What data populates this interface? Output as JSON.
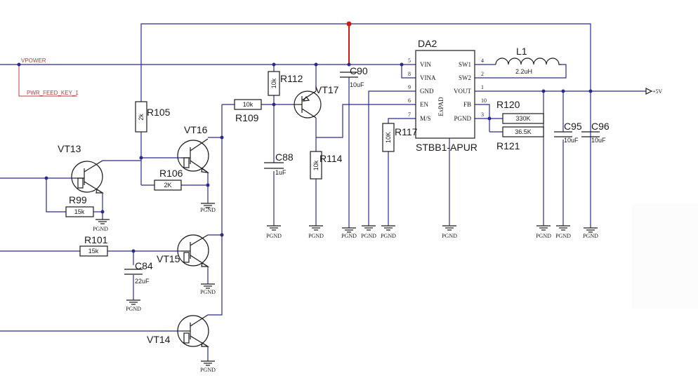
{
  "nets": {
    "vpower": "VPOWER",
    "pwr_feed": "PWR_FEED_KEY_1",
    "out": "+5V",
    "ground": "PGND"
  },
  "ic": {
    "ref": "DA2",
    "part": "STBB1-APUR",
    "pad_label": "ExPAD",
    "left_pins": [
      {
        "num": "5",
        "name": "VIN"
      },
      {
        "num": "8",
        "name": "VINA"
      },
      {
        "num": "9",
        "name": "GND"
      },
      {
        "num": "6",
        "name": "EN"
      },
      {
        "num": "7",
        "name": "M/S"
      }
    ],
    "right_pins": [
      {
        "num": "4",
        "name": "SW1"
      },
      {
        "num": "2",
        "name": "SW2"
      },
      {
        "num": "1",
        "name": "VOUT"
      },
      {
        "num": "10",
        "name": "FB"
      },
      {
        "num": "3",
        "name": "PGND"
      }
    ]
  },
  "inductor": {
    "ref": "L1",
    "value": "2.2uH"
  },
  "resistors": {
    "r105": {
      "ref": "R105",
      "value": "2k"
    },
    "r112": {
      "ref": "R112",
      "value": "10k"
    },
    "r109": {
      "ref": "R109",
      "value": "10k"
    },
    "r114": {
      "ref": "R114",
      "value": "10k"
    },
    "r117": {
      "ref": "R117",
      "value": "10K"
    },
    "r106": {
      "ref": "R106",
      "value": "2K"
    },
    "r99": {
      "ref": "R99",
      "value": "15k"
    },
    "r101": {
      "ref": "R101",
      "value": "15k"
    },
    "r120": {
      "ref": "R120",
      "value": "330K"
    },
    "r121": {
      "ref": "R121",
      "value": "36.5K"
    }
  },
  "capacitors": {
    "c90": {
      "ref": "C90",
      "value": "10uF"
    },
    "c88": {
      "ref": "C88",
      "value": "1uF"
    },
    "c84": {
      "ref": "C84",
      "value": "22uF"
    },
    "c95": {
      "ref": "C95",
      "value": "10uF"
    },
    "c96": {
      "ref": "C96",
      "value": "10uF"
    }
  },
  "transistors": {
    "vt13": {
      "ref": "VT13"
    },
    "vt14": {
      "ref": "VT14"
    },
    "vt15": {
      "ref": "VT15"
    },
    "vt16": {
      "ref": "VT16"
    },
    "vt17": {
      "ref": "VT17"
    }
  }
}
